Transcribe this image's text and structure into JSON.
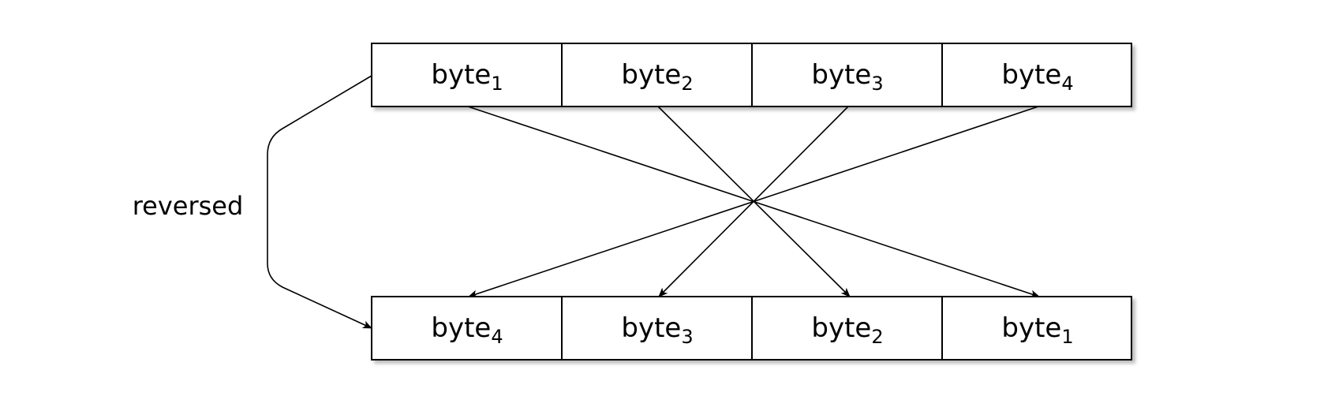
{
  "top_row": [
    {
      "base": "byte",
      "sub": "1"
    },
    {
      "base": "byte",
      "sub": "2"
    },
    {
      "base": "byte",
      "sub": "3"
    },
    {
      "base": "byte",
      "sub": "4"
    }
  ],
  "bottom_row": [
    {
      "base": "byte",
      "sub": "4"
    },
    {
      "base": "byte",
      "sub": "3"
    },
    {
      "base": "byte",
      "sub": "2"
    },
    {
      "base": "byte",
      "sub": "1"
    }
  ],
  "reversed_label": "reversed",
  "colors": {
    "stroke": "#000000",
    "fill": "#ffffff",
    "shadow": "#bdbdbd"
  }
}
